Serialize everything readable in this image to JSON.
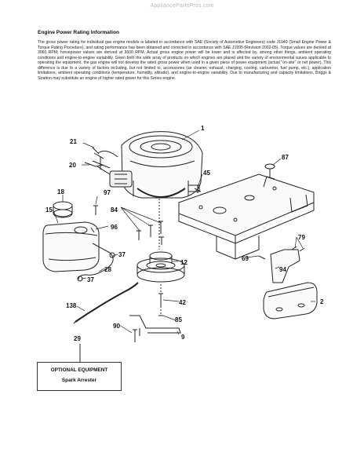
{
  "watermark": "AppliancePartsPros.com",
  "notice": {
    "heading": "Engine Power Rating Information",
    "body": "The gross power rating for individual gas engine models is labeled in accordance with SAE (Society of Automotive Engineers) code J1940 (Small Engine Power & Torque Rating Procedure), and rating performance has been obtained and corrected in accordance with SAE J1995 (Revision 2002-05). Torque values are derived at 3060 RPM; horsepower values are derived at 3600 RPM. Actual gross engine power will be lower and is affected by, among other things, ambient operating conditions and engine-to-engine variability. Given both the wide array of products on which engines are placed and the variety of environmental issues applicable to operating the equipment, the gas engine will not develop the rated gross power when used in a given piece of power equipment (actual \"on-site\" or net power). This difference is due to a variety of factors including, but not limited to, accessories (air cleaner, exhaust, charging, cooling, carburetor, fuel pump, etc.), application limitations, ambient operating conditions (temperature, humidity, altitude), and engine-to-engine variability. Due to manufacturing and capacity limitations, Briggs & Stratton may substitute an engine of higher rated power for this Series engine."
  },
  "callouts": {
    "c1": "1",
    "c2": "2",
    "c9": "9",
    "c12": "12",
    "c15": "15",
    "c18": "18",
    "c20": "20",
    "c21": "21",
    "c28": "28",
    "c29": "29",
    "c37a": "37",
    "c37b": "37",
    "c42": "42",
    "c45": "45",
    "c69": "69",
    "c79": "79",
    "c84": "84",
    "c85": "85",
    "c87": "87",
    "c90": "90",
    "c94": "94",
    "c96": "96",
    "c97": "97",
    "c138": "138"
  },
  "optional_equipment": {
    "title": "OPTIONAL EQUIPMENT",
    "item": "Spark Arrester"
  }
}
